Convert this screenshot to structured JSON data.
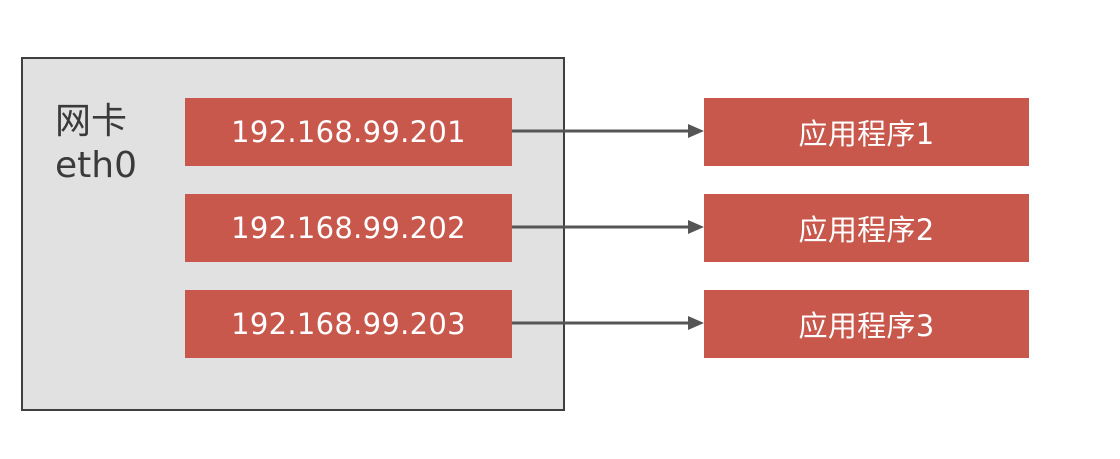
{
  "nic": {
    "label_line1": "网卡",
    "label_line2": "eth0"
  },
  "ip_addresses": [
    "192.168.99.201",
    "192.168.99.202",
    "192.168.99.203"
  ],
  "applications": [
    "应用程序1",
    "应用程序2",
    "应用程序3"
  ],
  "colors": {
    "box_fill": "#c8574c",
    "nic_fill": "#e1e1e1",
    "arrow": "#555555"
  }
}
